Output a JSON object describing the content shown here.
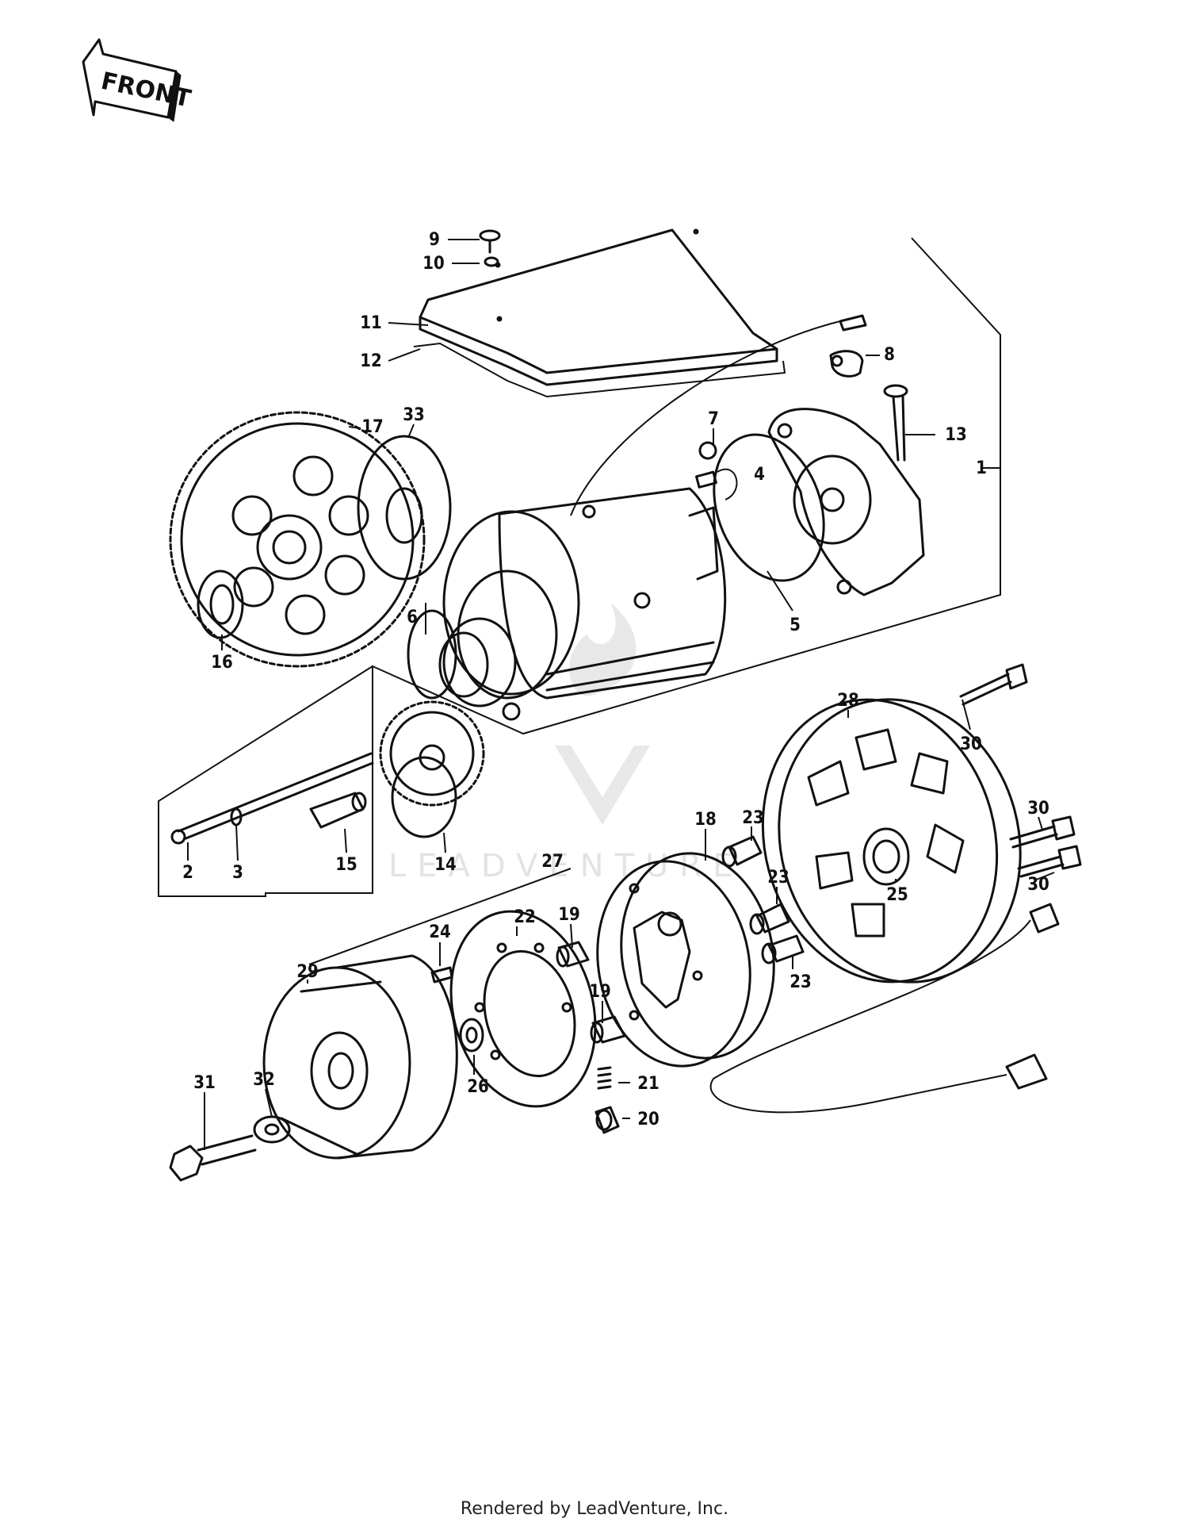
{
  "front_label": "FRONT",
  "watermark_text": "LEADVENTURE",
  "footer_text": "Rendered by LeadVenture, Inc.",
  "callouts": [
    "1",
    "2",
    "3",
    "4",
    "5",
    "6",
    "7",
    "8",
    "9",
    "10",
    "11",
    "12",
    "13",
    "14",
    "15",
    "16",
    "17",
    "18",
    "19",
    "19",
    "20",
    "21",
    "22",
    "23",
    "23",
    "23",
    "24",
    "25",
    "26",
    "27",
    "28",
    "29",
    "30",
    "30",
    "30",
    "31",
    "32",
    "33"
  ]
}
